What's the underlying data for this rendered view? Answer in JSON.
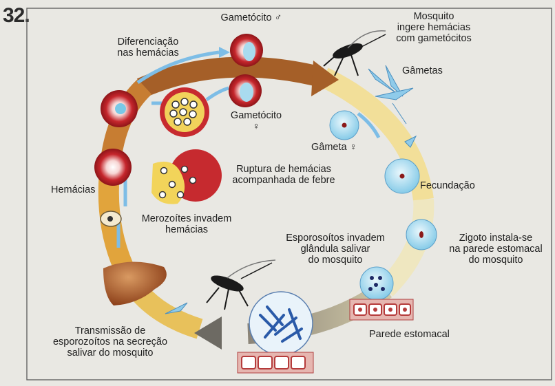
{
  "question_number": "32.",
  "labels": {
    "gametocito_male": "Gametócito ♂",
    "mosquito_ingere_1": "Mosquito",
    "mosquito_ingere_2": "ingere hemácias",
    "mosquito_ingere_3": "com gametócitos",
    "diferenciacao_1": "Diferenciação",
    "diferenciacao_2": "nas hemácias",
    "gametas": "Gâmetas",
    "gametocito_female_1": "Gametócito",
    "gametocito_female_2": "♀",
    "gameta_female": "Gâmeta ♀",
    "ruptura_1": "Ruptura de hemácias",
    "ruptura_2": "acompanhada de febre",
    "hemacias": "Hemácias",
    "fecundacao": "Fecundação",
    "merozoitos_1": "Merozoítes invadem",
    "merozoitos_2": "hemácias",
    "esporosoitos_1": "Esporosoítos invadem",
    "esporosoitos_2": "glândula salivar",
    "esporosoitos_3": "do mosquito",
    "zigoto_1": "Zigoto instala-se",
    "zigoto_2": "na parede estomacal",
    "zigoto_3": "do mosquito",
    "parede": "Parede estomacal",
    "transmissao_1": "Transmissão de",
    "transmissao_2": "esporozoítos na secreção",
    "transmissao_3": "salivar do mosquito"
  },
  "colors": {
    "background": "#e9e8e3",
    "frame": "#555555",
    "cycle_brown": "#9c5a26",
    "cycle_orange": "#e4a13a",
    "cycle_yellow": "#f1dc8f",
    "cycle_pale": "#f4edc3",
    "cycle_grey": "#6d6a63",
    "rbc_red": "#c0262c",
    "blue_cell": "#a9dbef",
    "blue_arrow": "#6fb4e0"
  }
}
